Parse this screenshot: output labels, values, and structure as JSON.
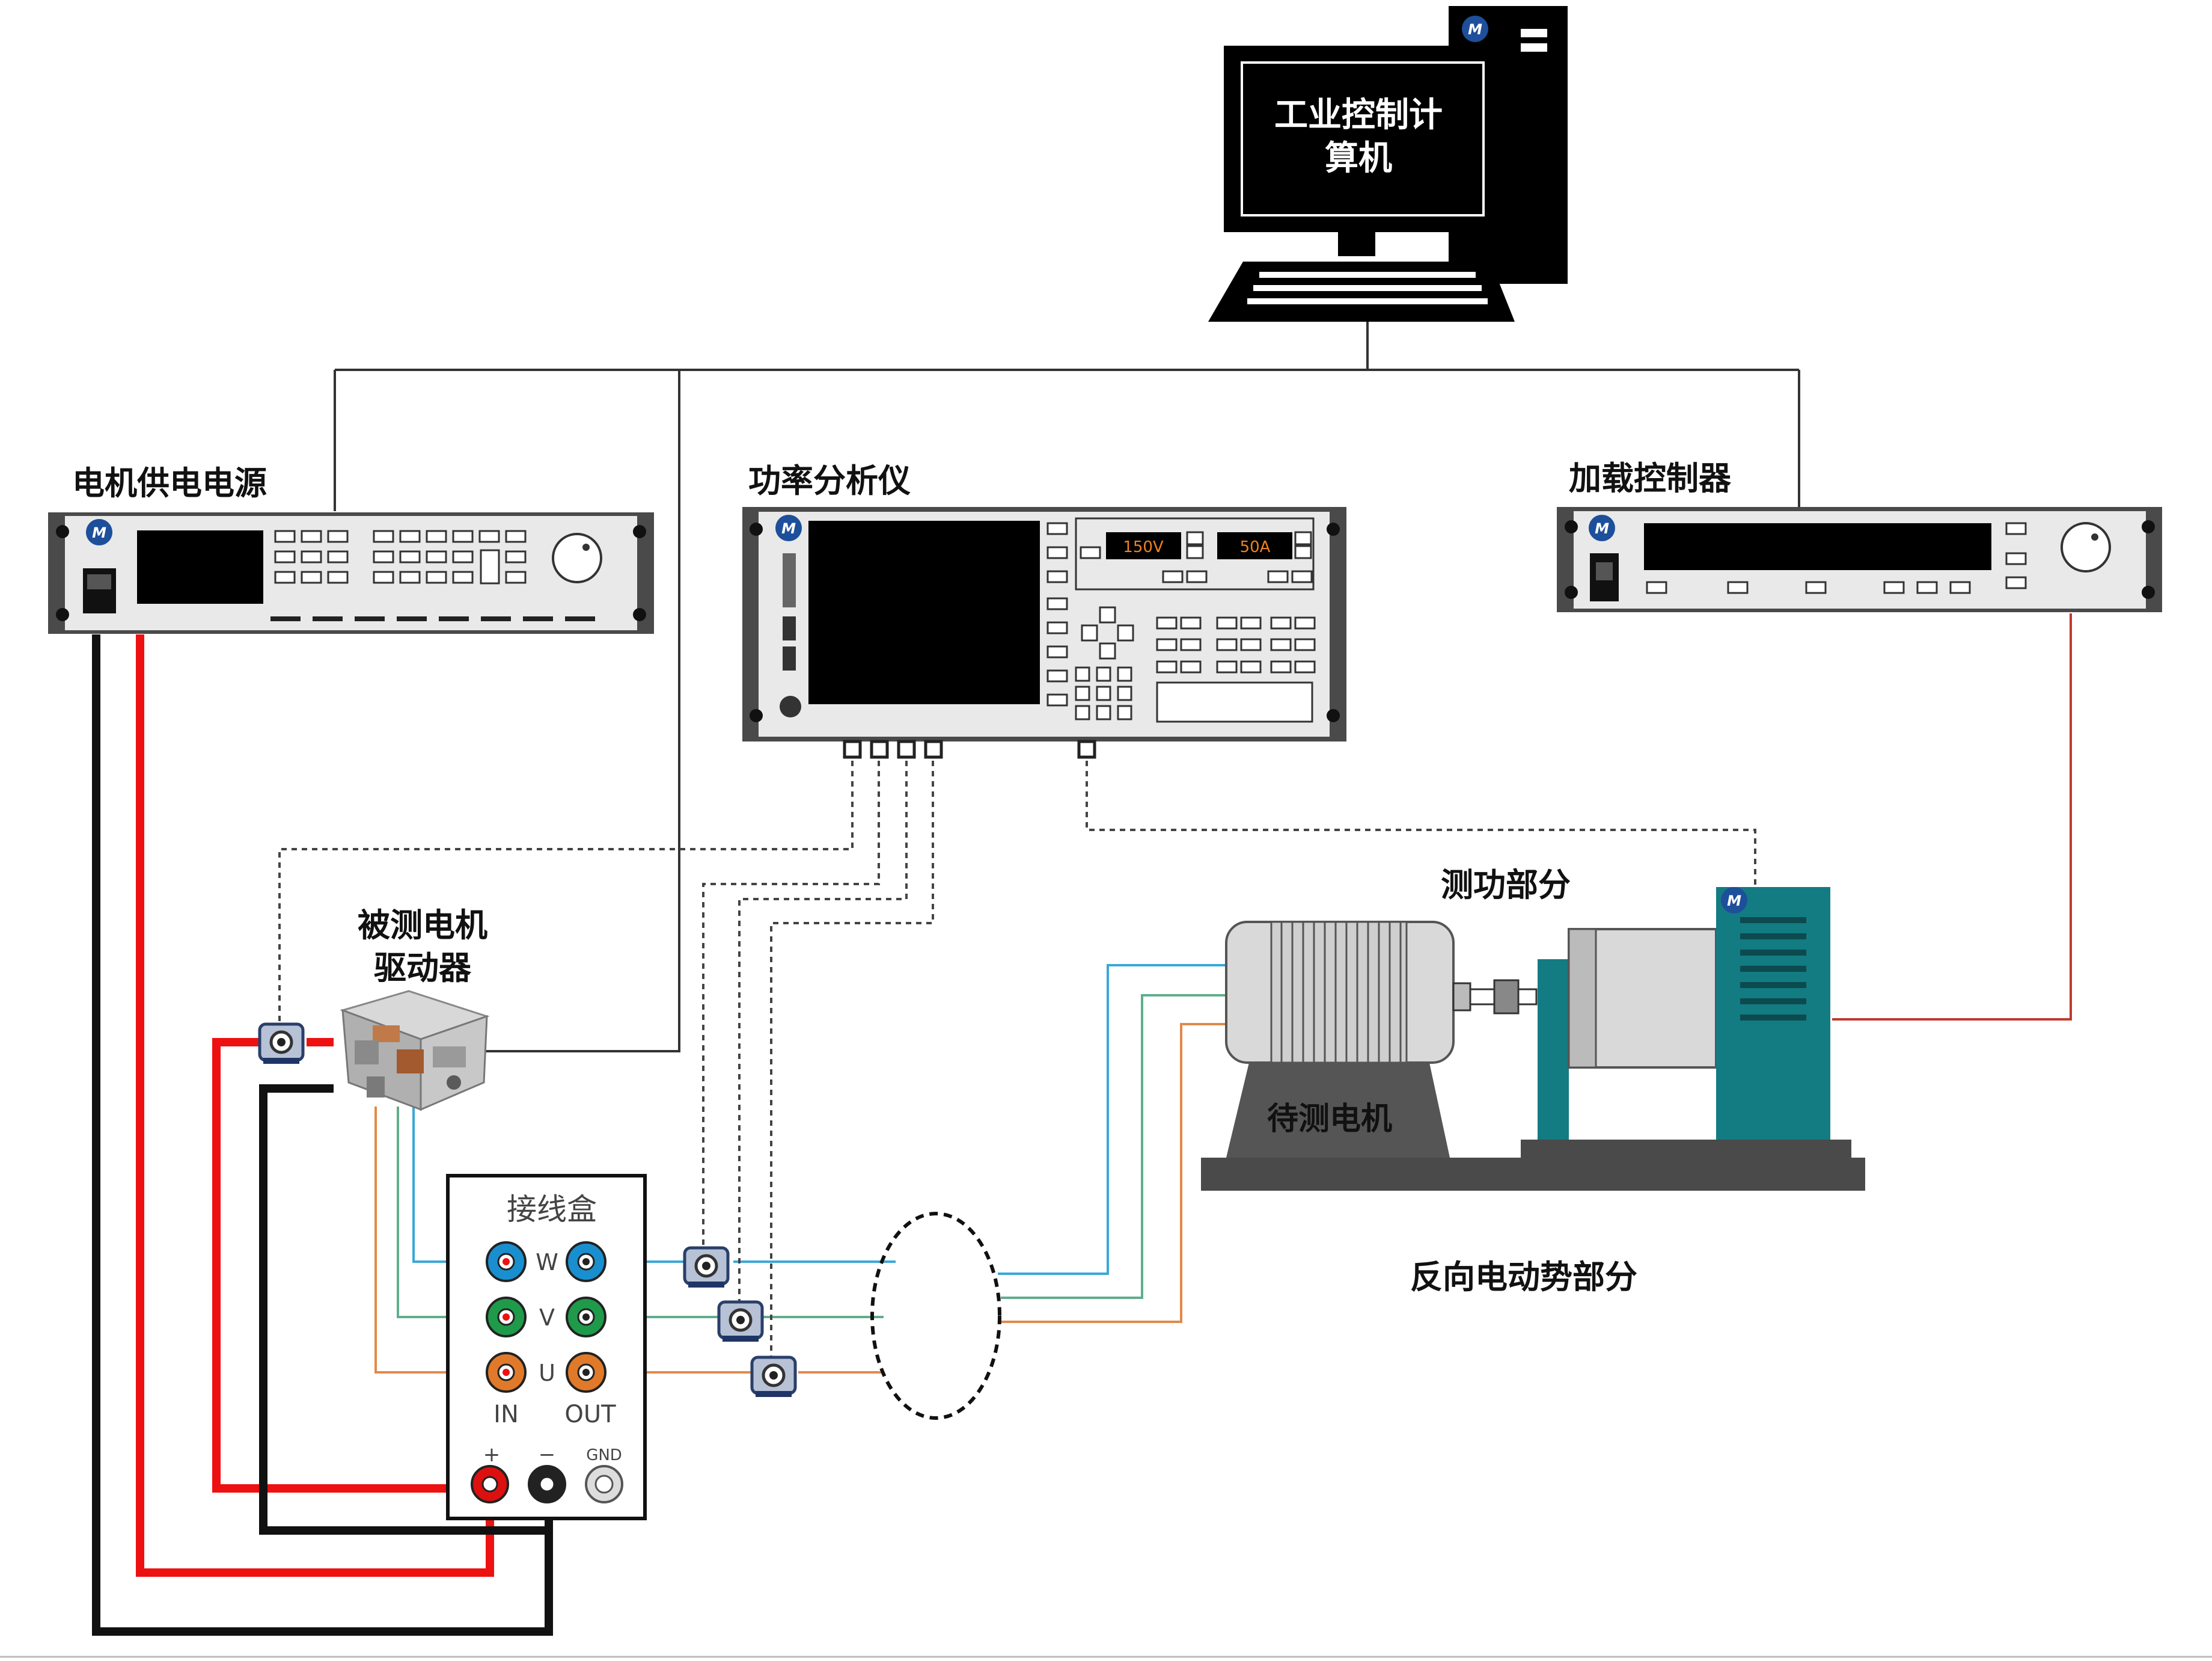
{
  "labels": {
    "computer_screen_line1": "工业控制计",
    "computer_screen_line2": "算机",
    "motor_power_supply": "电机供电电源",
    "power_analyzer": "功率分析仪",
    "load_controller": "加载控制器",
    "driver_line1": "被测电机",
    "driver_line2": "驱动器",
    "dyno_section": "测功部分",
    "motor_under_test": "待测电机",
    "back_emf_section": "反向电动势部分",
    "junction_box": "接线盒",
    "phase_w": "W",
    "phase_v": "V",
    "phase_u": "U",
    "in_label": "IN",
    "out_label": "OUT",
    "plus": "+",
    "minus": "−",
    "gnd": "GND",
    "analyzer_voltage_display": "150V",
    "analyzer_current_display": "50A"
  },
  "colors": {
    "device_body": "#4a4a4a",
    "device_face": "#e9e9e9",
    "power_positive": "#ee1111",
    "power_negative": "#111111",
    "phase_w": "#3aa8d8",
    "phase_v": "#5fae8c",
    "phase_u": "#e08a4a",
    "load_signal": "#c0392b",
    "dyno_teal": "#137b82",
    "display_text": "#f08020"
  },
  "icons": {
    "brand_logo": "brand-logo-icon",
    "current_sensor": "current-sensor-icon",
    "knob": "knob-icon"
  }
}
